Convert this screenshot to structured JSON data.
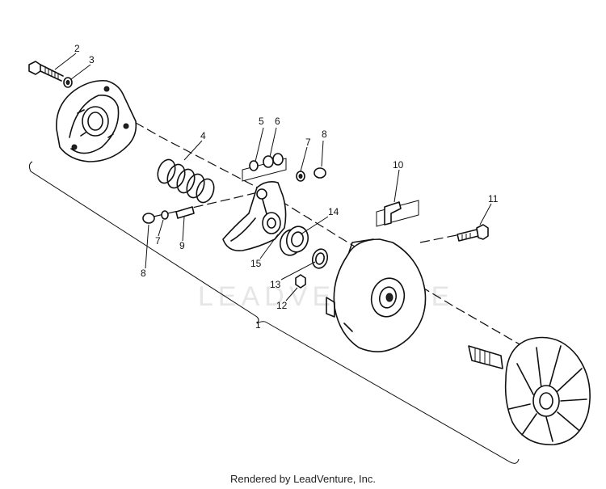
{
  "watermark": "LEADVENTURE",
  "footer": "Rendered by LeadVenture, Inc.",
  "callouts": {
    "c1": "1",
    "c2": "2",
    "c3": "3",
    "c4": "4",
    "c5": "5",
    "c6": "6",
    "c7a": "7",
    "c7b": "7",
    "c8a": "8",
    "c8b": "8",
    "c9": "9",
    "c10": "10",
    "c11": "11",
    "c12": "12",
    "c13": "13",
    "c14": "14",
    "c15": "15"
  }
}
